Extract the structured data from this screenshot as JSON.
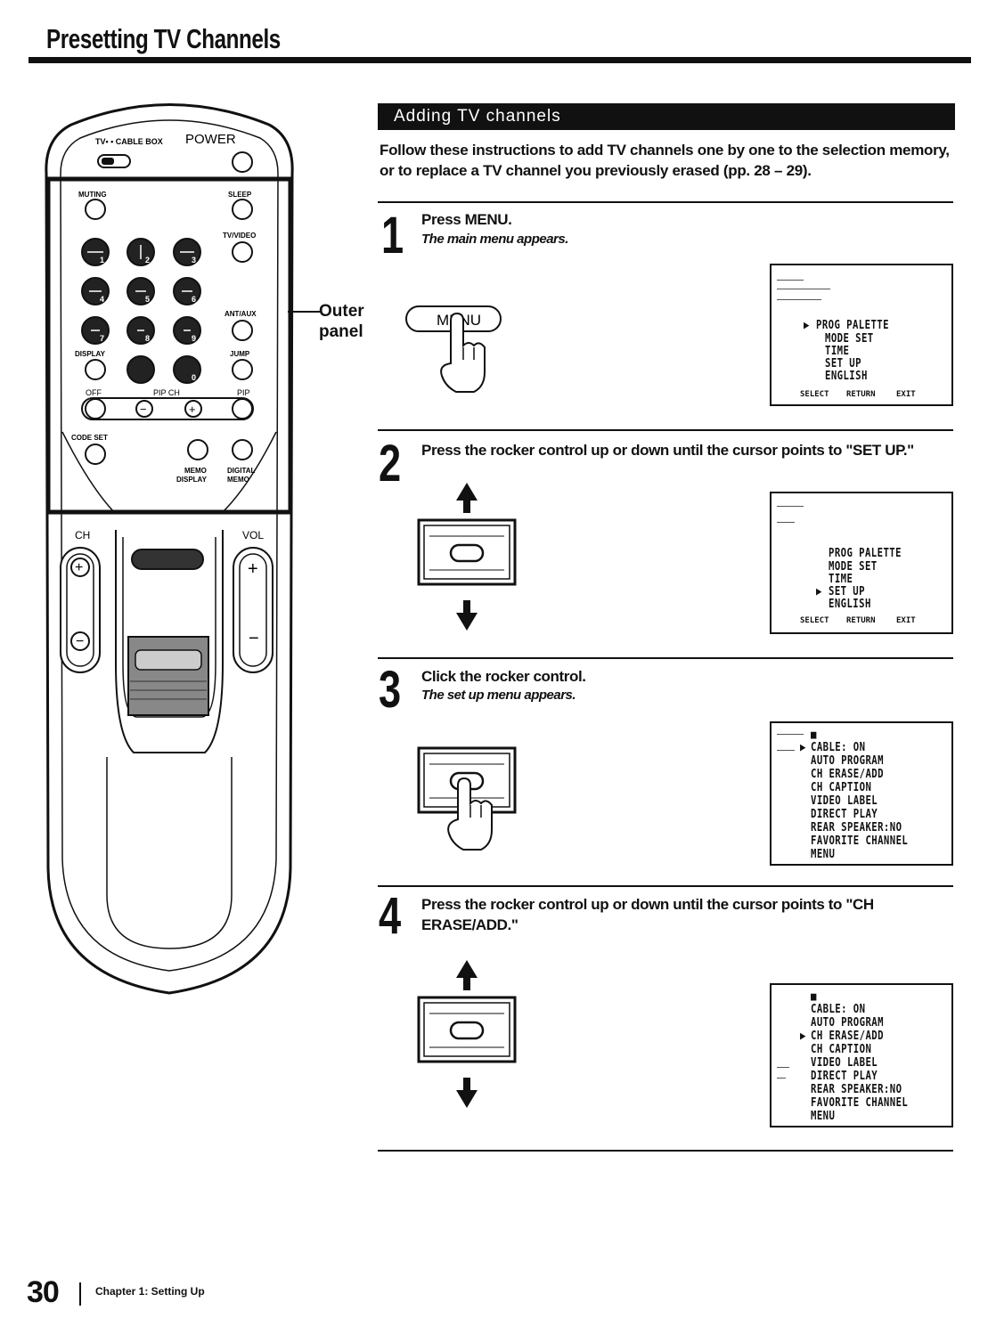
{
  "page": {
    "title": "Presetting TV Channels",
    "section_title": "Adding TV channels",
    "intro": "Follow these instructions to add TV channels one by one to the selection memory, or to replace a TV channel you previously erased (pp. 28 – 29).",
    "page_number": "30",
    "chapter": "Chapter 1: Setting Up"
  },
  "remote": {
    "outer_panel_label": "Outer panel",
    "labels": {
      "tv_cable": "TV• • CABLE BOX",
      "power": "POWER",
      "muting": "MUTING",
      "sleep": "SLEEP",
      "tv_video": "TV/VIDEO",
      "ant_aux": "ANT/AUX",
      "display": "DISPLAY",
      "jump": "JUMP",
      "off": "OFF",
      "pip_ch": "PIP CH",
      "pip": "PIP",
      "minus": "−",
      "plus": "+",
      "code_set": "CODE SET",
      "memo_display_1": "MEMO",
      "memo_display_2": "DISPLAY",
      "digital_memo_1": "DIGITAL",
      "digital_memo_2": "MEMO",
      "ch": "CH",
      "vol": "VOL",
      "ch_plus": "+",
      "ch_minus": "−",
      "vol_plus": "+",
      "vol_minus": "−"
    },
    "number_keys": [
      "1",
      "2",
      "3",
      "4",
      "5",
      "6",
      "7",
      "8",
      "9",
      "0"
    ]
  },
  "steps": [
    {
      "num": "1",
      "text": "Press MENU.",
      "sub": "The main menu appears.",
      "button_label": "MENU",
      "menu": [
        "PROG PALETTE",
        "MODE SET",
        "TIME",
        "SET UP",
        "ENGLISH"
      ],
      "cursor_index": 0,
      "footer": [
        "SELECT",
        "RETURN",
        "EXIT"
      ]
    },
    {
      "num": "2",
      "text": "Press the rocker control up or down until the cursor points to \"SET UP.\"",
      "menu": [
        "PROG PALETTE",
        "MODE SET",
        "TIME",
        "SET UP",
        "ENGLISH"
      ],
      "cursor_index": 3,
      "footer": [
        "SELECT",
        "RETURN",
        "EXIT"
      ]
    },
    {
      "num": "3",
      "text": "Click the rocker control.",
      "sub": "The set up menu appears.",
      "menu": [
        "CABLE: ON",
        "AUTO PROGRAM",
        "CH ERASE/ADD",
        "CH CAPTION",
        "VIDEO LABEL",
        "DIRECT PLAY",
        "REAR SPEAKER:NO",
        "FAVORITE CHANNEL",
        "MENU"
      ],
      "cursor_index": 0
    },
    {
      "num": "4",
      "text": "Press the rocker control up or down until the cursor points to \"CH ERASE/ADD.\"",
      "menu": [
        "CABLE: ON",
        "AUTO PROGRAM",
        "CH ERASE/ADD",
        "CH CAPTION",
        "VIDEO LABEL",
        "DIRECT PLAY",
        "REAR SPEAKER:NO",
        "FAVORITE CHANNEL",
        "MENU"
      ],
      "cursor_index": 2
    }
  ]
}
